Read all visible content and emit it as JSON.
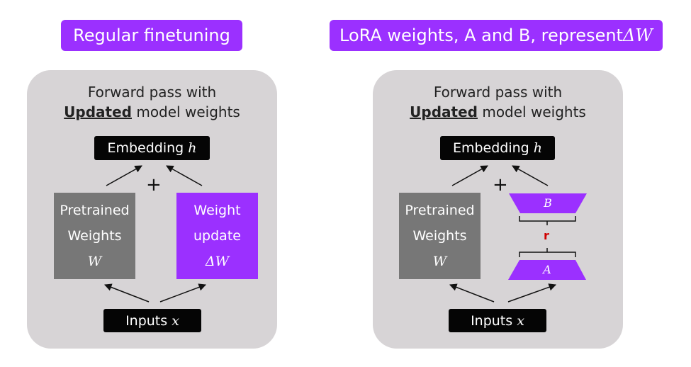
{
  "left": {
    "title": "Regular finetuning",
    "heading_line1": "Forward pass with",
    "heading_emph": "Updated",
    "heading_rest": " model weights",
    "embedding_label": "Embedding ",
    "embedding_var": "h",
    "pretrained_line1": "Pretrained",
    "pretrained_line2": "Weights",
    "pretrained_var": "W",
    "update_line1": "Weight",
    "update_line2": "update",
    "update_var": "ΔW",
    "plus": "+",
    "inputs_label": "Inputs ",
    "inputs_var": "x"
  },
  "right": {
    "title_text": "LoRA weights, A and B, represent ",
    "title_var": "ΔW",
    "heading_line1": "Forward pass with",
    "heading_emph": "Updated",
    "heading_rest": " model weights",
    "embedding_label": "Embedding ",
    "embedding_var": "h",
    "pretrained_line1": "Pretrained",
    "pretrained_line2": "Weights",
    "pretrained_var": "W",
    "b_label": "B",
    "a_label": "A",
    "rank_label": "r",
    "plus": "+",
    "inputs_label": "Inputs ",
    "inputs_var": "x"
  },
  "colors": {
    "accent_purple": "#9b30ff",
    "panel_grey": "#d7d4d6",
    "box_grey": "#777777",
    "rank_red": "#d00000"
  }
}
